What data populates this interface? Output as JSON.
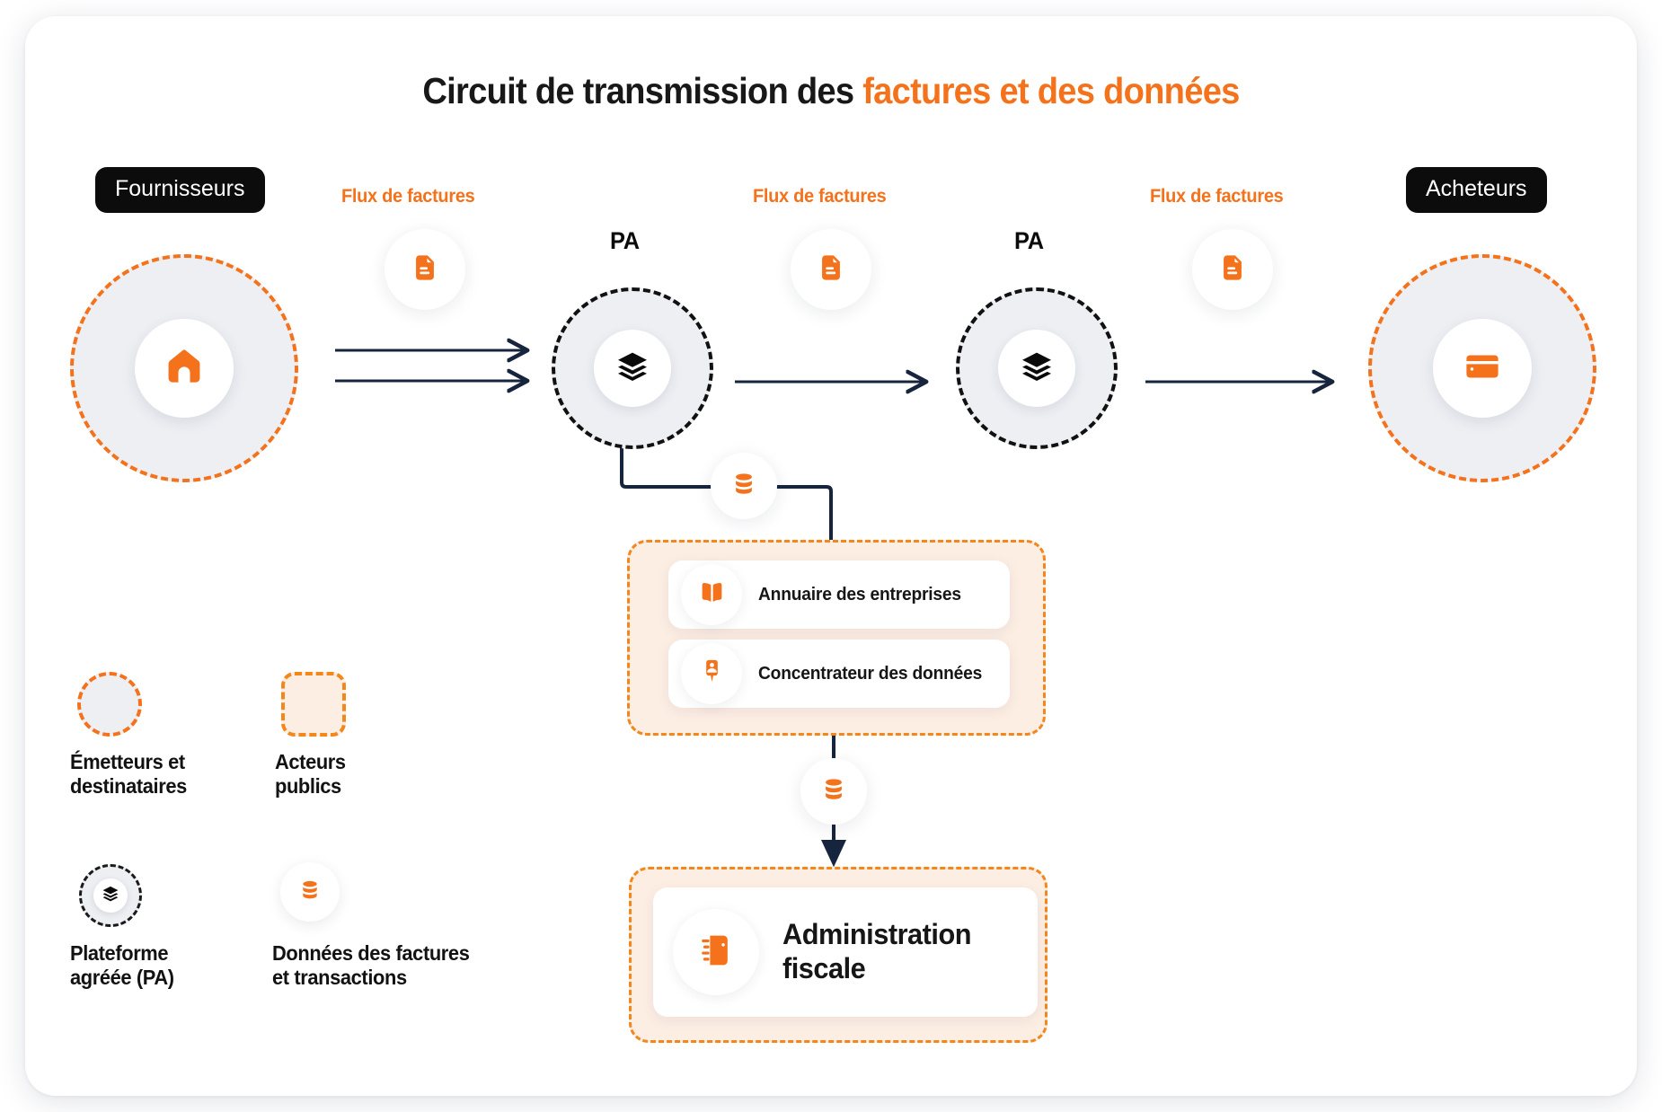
{
  "title": {
    "part1": "Circuit de transmission des ",
    "part2": "factures et des données"
  },
  "colors": {
    "orange": "#F4721B",
    "orange_dash": "#F4871B",
    "orange_fill": "#FDEEE4",
    "navy": "#16243D",
    "black": "#0C0C0C",
    "grey_fill": "#EDEFF3"
  },
  "nodes": {
    "suppliers": {
      "label": "Fournisseurs",
      "icon": "home-icon"
    },
    "buyers": {
      "label": "Acheteurs",
      "icon": "credit-card-icon"
    },
    "pa_left": {
      "label": "PA",
      "icon": "layers-icon"
    },
    "pa_right": {
      "label": "PA",
      "icon": "layers-icon"
    }
  },
  "flows": [
    {
      "label": "Flux de factures",
      "icon": "document-icon"
    },
    {
      "label": "Flux de factures",
      "icon": "document-icon"
    },
    {
      "label": "Flux de factures",
      "icon": "document-icon"
    }
  ],
  "data_bubbles": [
    {
      "icon": "database-icon"
    },
    {
      "icon": "database-icon"
    }
  ],
  "public_group": {
    "cards": [
      {
        "label": "Annuaire des entreprises",
        "icon": "book-icon"
      },
      {
        "label": "Concentrateur des données",
        "icon": "user-pin-icon"
      }
    ]
  },
  "tax_group": {
    "card": {
      "label": "Administration\nfiscale",
      "icon": "ledger-icon"
    }
  },
  "legend": [
    {
      "label": "Émetteurs et\ndestinataires",
      "swatch": "dashed-orange-circle"
    },
    {
      "label": "Acteurs\npublics",
      "swatch": "dashed-orange-square"
    },
    {
      "label": "Plateforme\nagréée (PA)",
      "swatch": "dashed-black-circle-layers"
    },
    {
      "label": "Données des factures\net transactions",
      "swatch": "white-bubble-database"
    }
  ]
}
